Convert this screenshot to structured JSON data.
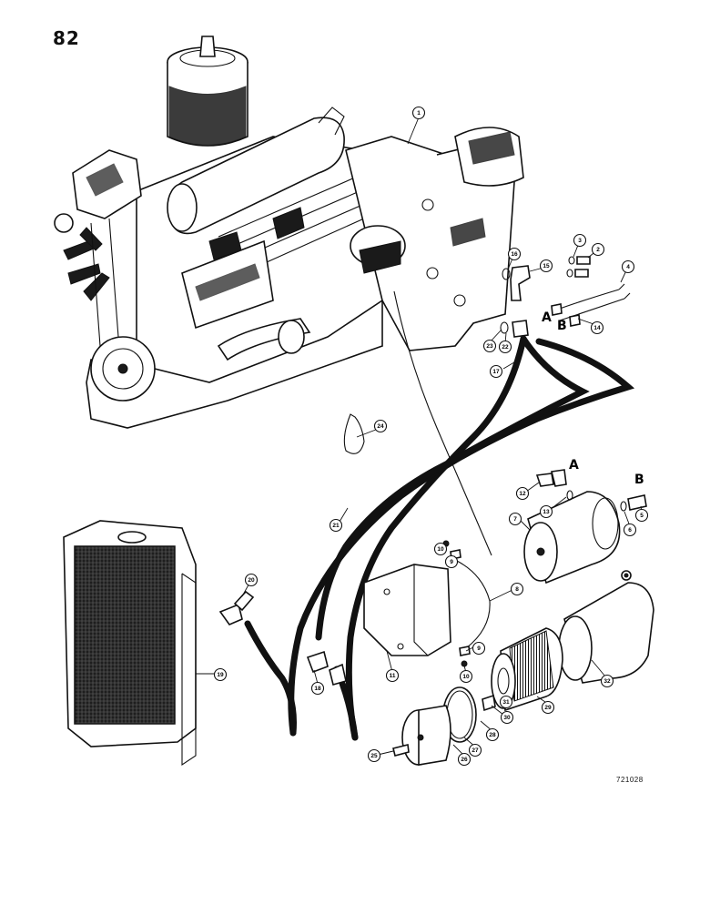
{
  "page_number": "82",
  "figure_id": "721028",
  "port_letters": {
    "a": "A",
    "b": "B"
  },
  "callouts": [
    {
      "id": "c1",
      "label": "1"
    },
    {
      "id": "c2",
      "label": "2"
    },
    {
      "id": "c3",
      "label": "3"
    },
    {
      "id": "c4",
      "label": "4"
    },
    {
      "id": "c5",
      "label": "5"
    },
    {
      "id": "c6",
      "label": "6"
    },
    {
      "id": "c7",
      "label": "7"
    },
    {
      "id": "c8",
      "label": "8"
    },
    {
      "id": "c9a",
      "label": "9"
    },
    {
      "id": "c9b",
      "label": "9"
    },
    {
      "id": "c10a",
      "label": "10"
    },
    {
      "id": "c10b",
      "label": "10"
    },
    {
      "id": "c11",
      "label": "11"
    },
    {
      "id": "c12",
      "label": "12"
    },
    {
      "id": "c13",
      "label": "13"
    },
    {
      "id": "c14",
      "label": "14"
    },
    {
      "id": "c15",
      "label": "15"
    },
    {
      "id": "c16",
      "label": "16"
    },
    {
      "id": "c17",
      "label": "17"
    },
    {
      "id": "c18",
      "label": "18"
    },
    {
      "id": "c19",
      "label": "19"
    },
    {
      "id": "c20",
      "label": "20"
    },
    {
      "id": "c21",
      "label": "21"
    },
    {
      "id": "c22",
      "label": "22"
    },
    {
      "id": "c23",
      "label": "23"
    },
    {
      "id": "c24",
      "label": "24"
    },
    {
      "id": "c25",
      "label": "25"
    },
    {
      "id": "c26",
      "label": "26"
    },
    {
      "id": "c27",
      "label": "27"
    },
    {
      "id": "c28",
      "label": "28"
    },
    {
      "id": "c29",
      "label": "29"
    },
    {
      "id": "c30",
      "label": "30"
    },
    {
      "id": "c31",
      "label": "31"
    },
    {
      "id": "c32",
      "label": "32"
    }
  ]
}
